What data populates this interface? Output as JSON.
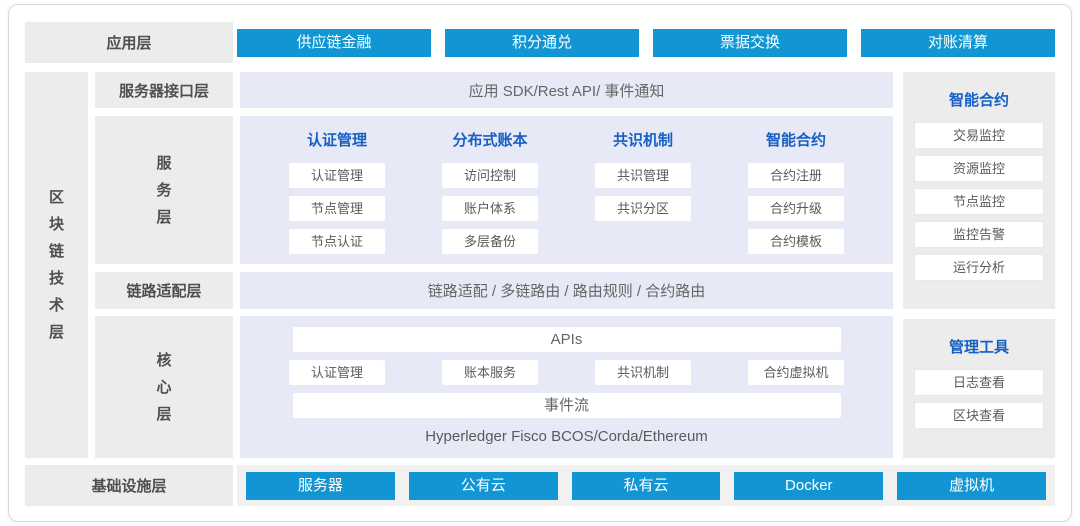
{
  "palette": {
    "pill_blue": "#1196d3",
    "header_blue": "#1660c4",
    "label_gray": "#ececec",
    "content_lavender": "#e8e9f6",
    "infra_strip_gray": "#f1f1f2"
  },
  "app_layer": {
    "label": "应用层",
    "buttons": [
      "供应链金融",
      "积分通兑",
      "票据交换",
      "对账清算"
    ]
  },
  "tech_layer": {
    "vertical_label": "区块链技术层",
    "interface_layer": {
      "label": "服务器接口层",
      "content": "应用 SDK/Rest API/ 事件通知"
    },
    "service_layer": {
      "label": "服务层",
      "columns": [
        {
          "header": "认证管理",
          "items": [
            "认证管理",
            "节点管理",
            "节点认证"
          ]
        },
        {
          "header": "分布式账本",
          "items": [
            "访问控制",
            "账户体系",
            "多层备份"
          ]
        },
        {
          "header": "共识机制",
          "items": [
            "共识管理",
            "共识分区"
          ]
        },
        {
          "header": "智能合约",
          "items": [
            "合约注册",
            "合约升级",
            "合约模板"
          ]
        }
      ]
    },
    "link_layer": {
      "label": "链路适配层",
      "content": "链路适配 / 多链路由 / 路由规则 / 合约路由"
    },
    "core_layer": {
      "label": "核心层",
      "apis_bar": "APIs",
      "modules": [
        "认证管理",
        "账本服务",
        "共识机制",
        "合约虚拟机"
      ],
      "event_bar": "事件流",
      "platforms": "Hyperledger Fisco BCOS/Corda/Ethereum"
    }
  },
  "side_panels": [
    {
      "header": "智能合约",
      "items": [
        "交易监控",
        "资源监控",
        "节点监控",
        "监控告警",
        "运行分析"
      ]
    },
    {
      "header": "管理工具",
      "items": [
        "日志查看",
        "区块查看"
      ]
    }
  ],
  "infra_layer": {
    "label": "基础设施层",
    "buttons": [
      "服务器",
      "公有云",
      "私有云",
      "Docker",
      "虚拟机"
    ]
  }
}
